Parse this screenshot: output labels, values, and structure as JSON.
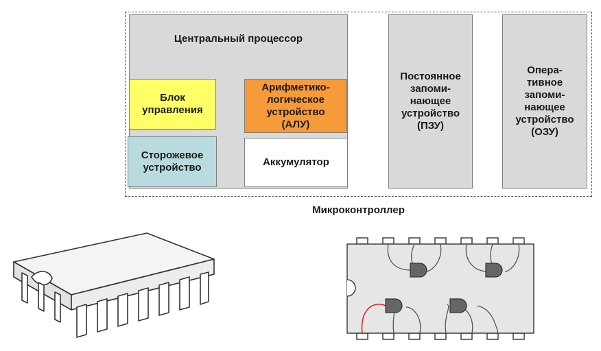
{
  "diagram": {
    "cpu_title": "Центральный процессор",
    "control_unit": "Блок\nуправления",
    "alu": "Арифметико-\nлогическое\nустройство\n(АЛУ)",
    "watchdog": "Сторожевое\nустройство",
    "accumulator": "Аккумулятор",
    "rom": "Постоянное\nзапоми-\nнающее\nустройство\n(ПЗУ)",
    "ram": "Опера-\nтивное\nзапоми-\nнающее\nустройство\n(ОЗУ)",
    "microcontroller_label": "Микроконтроллер"
  },
  "colors": {
    "control_unit": "#ffff66",
    "alu": "#f79a3a",
    "watchdog": "#b9dbe0",
    "accumulator": "#ffffff",
    "block_gray": "#d9d9d9"
  },
  "illustrations": {
    "left": "dip-chip-3d-icon",
    "right": "chip-die-gates-icon"
  }
}
